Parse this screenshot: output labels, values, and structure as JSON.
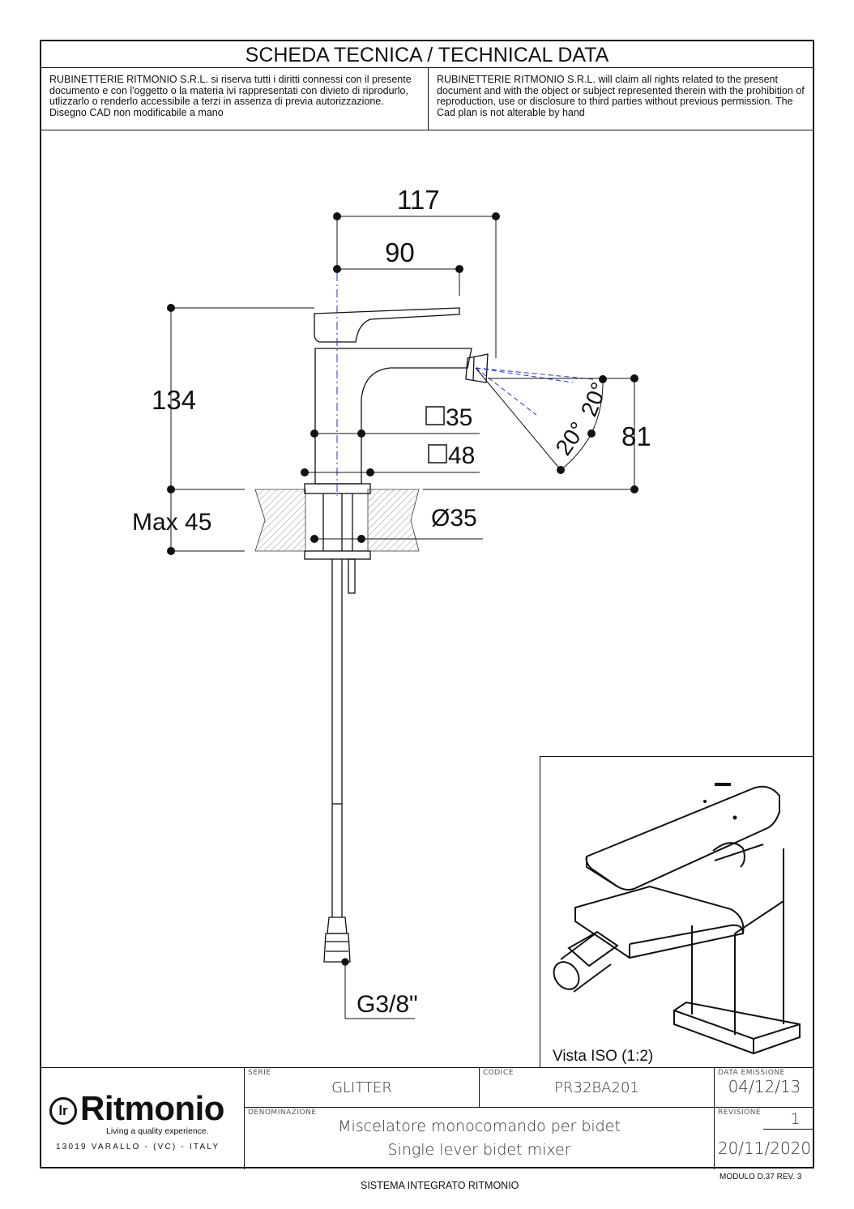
{
  "header": {
    "title": "SCHEDA TECNICA / TECHNICAL DATA",
    "notice_it": "RUBINETTERIE RITMONIO S.R.L. si riserva tutti i diritti connessi con il presente documento e con l'oggetto o la materia ivi rappresentati con divieto di riprodurlo, utlizzarlo o renderlo accessibile a terzi in assenza di previa autorizzazione. Disegno CAD non modificabile a mano",
    "notice_en": "RUBINETTERIE RITMONIO S.R.L. will claim all rights related to the present document and with the object or subject represented therein with the prohibition  of reproduction, use or disclosure to third parties without previous permission.  The Cad plan is not alterable by hand"
  },
  "drawing": {
    "dim_117": "117",
    "dim_90": "90",
    "dim_134": "134",
    "dim_81": "81",
    "dim_sq35": "35",
    "dim_sq48": "48",
    "dim_dia35": "Ø35",
    "dim_max45": "Max 45",
    "angle_1": "20°",
    "angle_2": "20°",
    "thread": "G3/8\""
  },
  "iso_view": {
    "caption": "Vista ISO (1:2)"
  },
  "title_block": {
    "logo": {
      "name": "Ritmonio",
      "tagline": "Living a quality experience.",
      "address": "13019 VARALLO - (VC) - ITALY"
    },
    "serie_label": "SERIE",
    "serie_value": "GLITTER",
    "codice_label": "CODICE",
    "codice_value": "PR32BA201",
    "data_label": "DATA EMISSIONE",
    "data_value": "04/12/13",
    "denominazione_label": "DENOMINAZIONE",
    "denominazione_it": "Miscelatore  monocomando  per  bidet",
    "denominazione_en": "Single  lever  bidet  mixer",
    "revisione_label": "REVISIONE",
    "revisione_value": "1",
    "revisione_date": "20/11/2020"
  },
  "footer": {
    "system": "SISTEMA INTEGRATO RITMONIO",
    "module": "MODULO D.37 REV. 3"
  }
}
